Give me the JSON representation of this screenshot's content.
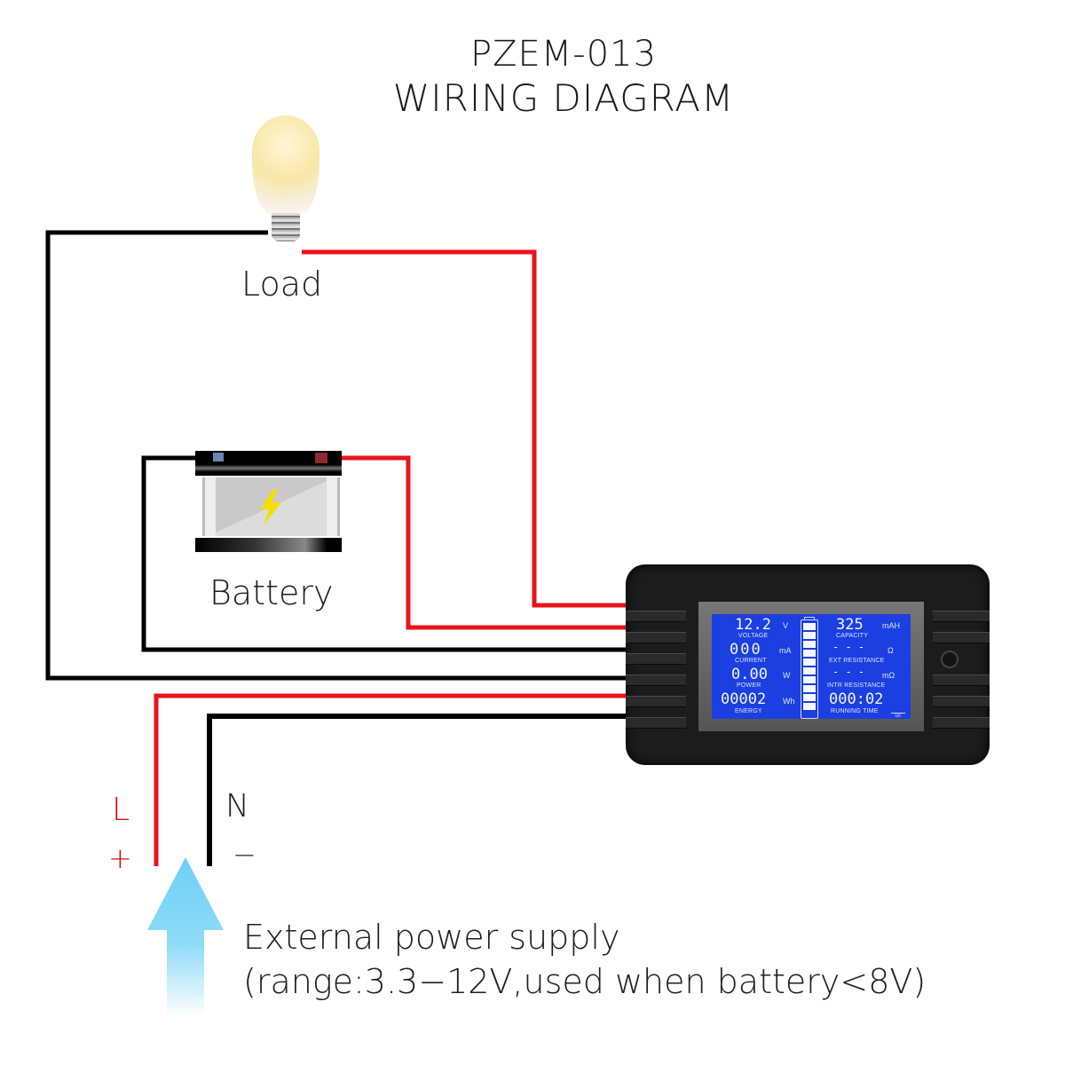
{
  "title": {
    "line1": "PZEM-013",
    "line2": "WIRING  DIAGRAM"
  },
  "components": {
    "load": {
      "label": "Load",
      "icon": "light-bulb-icon"
    },
    "battery": {
      "label": "Battery",
      "icon": "battery-icon"
    },
    "meter": {
      "icon": "power-meter-icon"
    }
  },
  "supply": {
    "l_label": "L",
    "plus_label": "+",
    "n_label": "N",
    "minus_label": "−",
    "line1": "External power supply",
    "line2": "(range:3.3−12V,used when battery<8V)"
  },
  "colors": {
    "positive_wire": "#e8141c",
    "negative_wire": "#000000",
    "arrow": "#6ccff6",
    "lcd": "#1b3fe0"
  },
  "lcd": {
    "voltage": {
      "value": "12.2",
      "unit": "V",
      "caption": "VOLTAGE"
    },
    "current": {
      "value": "000",
      "unit": "mA",
      "caption": "CURRENT"
    },
    "power": {
      "value": "0.00",
      "unit": "W",
      "caption": "POWER"
    },
    "energy": {
      "value": "00002",
      "unit": "Wh",
      "caption": "ENERGY"
    },
    "capacity": {
      "value": "325",
      "unit": "mAH",
      "caption": "CAPACITY"
    },
    "ext_resistance": {
      "value": "- - -",
      "unit": "Ω",
      "caption": "EXT RESISTANCE"
    },
    "intr_resistance": {
      "value": "- - -",
      "unit": "mΩ",
      "caption": "INTR RESISTANCE"
    },
    "running_time": {
      "value": "000:02",
      "caption": "RUNNING TIME"
    },
    "soc": {
      "label": "SOC",
      "segments_filled": 10,
      "segments_total": 10
    }
  }
}
